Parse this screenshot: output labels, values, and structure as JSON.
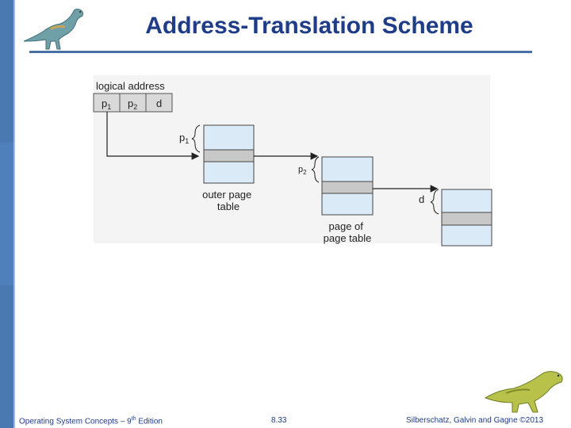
{
  "slide": {
    "title": "Address-Translation Scheme"
  },
  "diagram": {
    "logical_address_label": "logical address",
    "fields": [
      "p",
      "p",
      "d"
    ],
    "field_subscripts": [
      "1",
      "2",
      ""
    ],
    "outer_brace": {
      "label": "p",
      "sub": "1"
    },
    "middle_brace": {
      "label": "p",
      "sub": "2"
    },
    "inner_brace": {
      "label": "d"
    },
    "outer_table_caption": [
      "outer page",
      "table"
    ],
    "page_of_table_caption": [
      "page of",
      "page table"
    ]
  },
  "footer": {
    "left_prefix": "Operating System Concepts – 9",
    "left_sup": "th",
    "left_suffix": " Edition",
    "page_number": "8.33",
    "right": "Silberschatz, Galvin and Gagne ©2013"
  },
  "colors": {
    "title": "#1f3c88",
    "sidebar": "#4a79b2",
    "table_fill": "#dbeaf7",
    "table_highlight": "#c8c8c8",
    "field_fill": "#d9d9d9"
  }
}
